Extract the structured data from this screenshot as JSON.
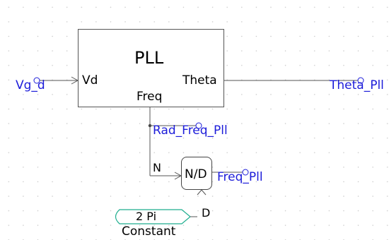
{
  "pll_block": {
    "title": "PLL",
    "input_port": "Vd",
    "output_port": "Theta",
    "freq_port": "Freq"
  },
  "signals": {
    "input": "Vg_d",
    "output": "Theta_Pll",
    "rad_freq": "Rad_Freq_Pll",
    "freq_out": "Freq_Pll"
  },
  "divider_block": {
    "op": "N/D",
    "numerator_port": "N",
    "denominator_port": "D"
  },
  "constant_block": {
    "value": "2 Pi",
    "label": "Constant"
  }
}
